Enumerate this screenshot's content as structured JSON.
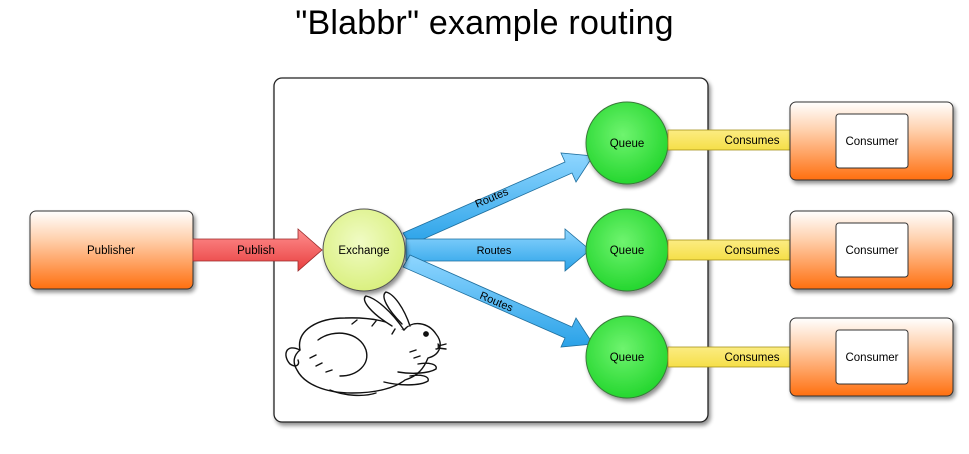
{
  "title": "\"Blabbr\" example routing",
  "publisher": {
    "label": "Publisher"
  },
  "publish_arrow": {
    "label": "Publish"
  },
  "exchange": {
    "label": "Exchange"
  },
  "routes": [
    {
      "label": "Routes"
    },
    {
      "label": "Routes"
    },
    {
      "label": "Routes"
    }
  ],
  "queues": [
    {
      "label": "Queue"
    },
    {
      "label": "Queue"
    },
    {
      "label": "Queue"
    }
  ],
  "consumes": [
    {
      "label": "Consumes"
    },
    {
      "label": "Consumes"
    },
    {
      "label": "Consumes"
    }
  ],
  "consumers": [
    {
      "label": "Consumer"
    },
    {
      "label": "Consumer"
    },
    {
      "label": "Consumer"
    }
  ],
  "colors": {
    "publisher_fill_top": "#ffffff",
    "publisher_fill_bottom": "#ff7a1a",
    "publish_arrow": "#f05a5a",
    "exchange_fill": "#e4f59a",
    "route_arrow": "#4fb8f0",
    "queue_fill": "#34e03a",
    "consume_arrow": "#f7e24a",
    "broker_border": "#222222"
  },
  "illustration": "rabbit-drawing"
}
